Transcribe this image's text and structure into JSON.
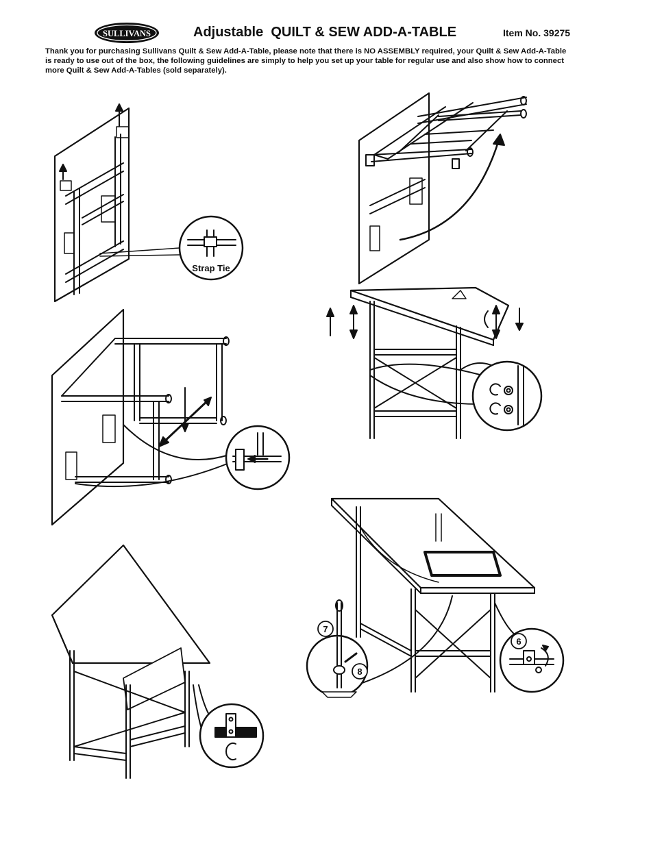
{
  "header": {
    "logo_text": "SULLIVANS",
    "title": "Adjustable  QUILT & SEW ADD-A-TABLE",
    "item_number": "Item No. 39275"
  },
  "intro": "Thank you for purchasing Sullivans Quilt & Sew Add-A-Table, please note that there is NO ASSEMBLY required, your Quilt & Sew Add-A-Table is ready to use out of the box, the following guidelines are simply to help you set up your table for regular use and also show how to connect more Quilt & Sew Add-A-Tables (sold separately).",
  "figures": {
    "strap_tie_label": "Strap Tie",
    "step_six": "6",
    "step_seven": "7",
    "step_eight": "8"
  }
}
